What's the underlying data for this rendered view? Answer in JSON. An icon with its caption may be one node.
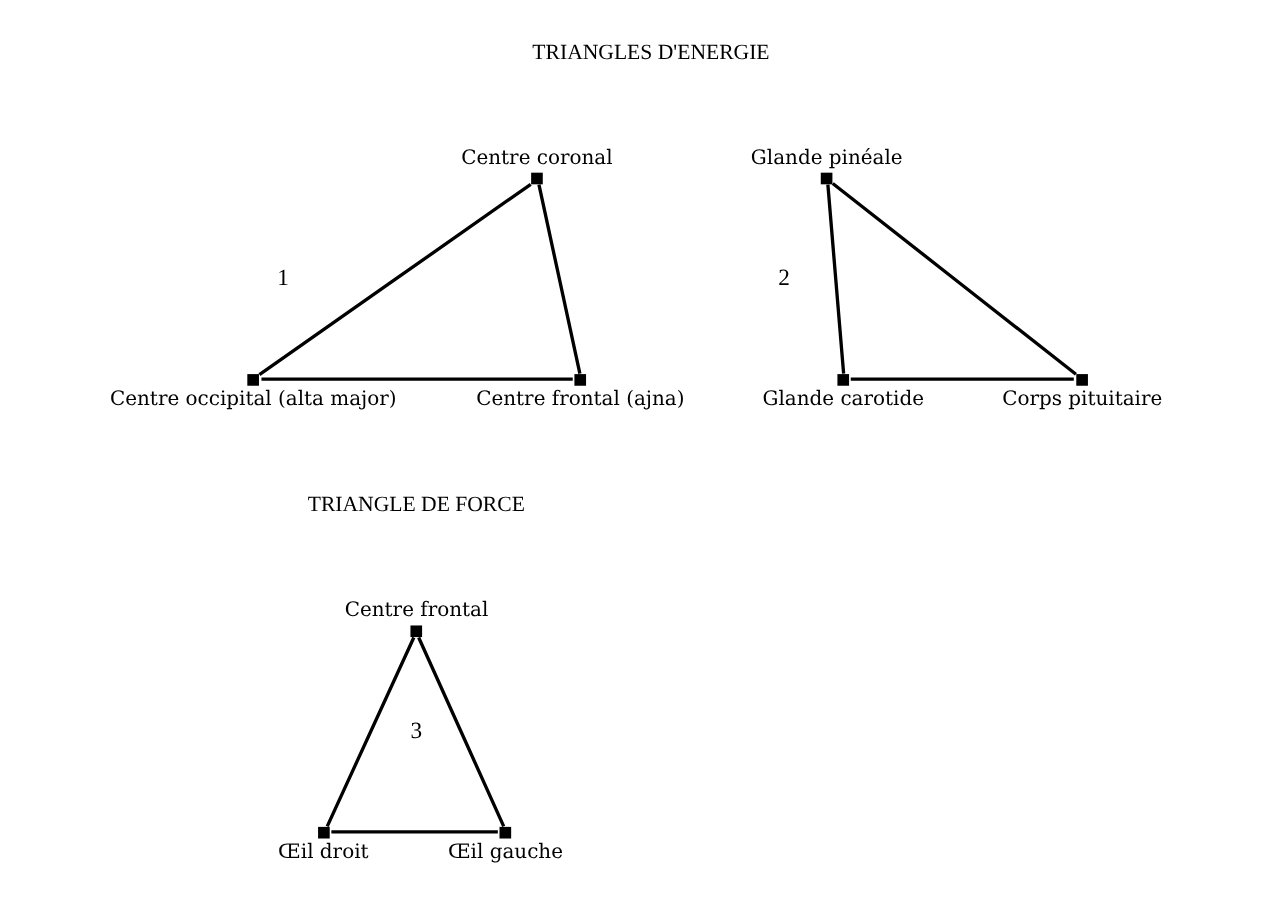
{
  "diagram": {
    "nodes": [
      {
        "text": [
          "Centre coronal"
        ]
      },
      {
        "text": [
          "Centre occipital (alta major)"
        ]
      },
      {
        "text": [
          "Centre frontal (ajna)"
        ]
      },
      {
        "text": [
          "Glande pinéale"
        ]
      },
      {
        "text": [
          "Glande carotide"
        ]
      },
      {
        "text": [
          "Corps pituitaire"
        ]
      },
      {
        "text": [
          "Centre frontal"
        ]
      },
      {
        "text": [
          "Œil droit"
        ]
      },
      {
        "text": [
          "Œil gauche"
        ]
      }
    ],
    "edges": [
      {
        "from": 0,
        "to": 1,
        "arrow": "none"
      },
      {
        "from": 0,
        "to": 2,
        "arrow": "none"
      },
      {
        "from": 1,
        "to": 2,
        "arrow": "none"
      },
      {
        "from": 3,
        "to": 4,
        "arrow": "none"
      },
      {
        "from": 3,
        "to": 5,
        "arrow": "none"
      },
      {
        "from": 4,
        "to": 5,
        "arrow": "none"
      },
      {
        "from": 6,
        "to": 7,
        "arrow": "none"
      },
      {
        "from": 6,
        "to": 8,
        "arrow": "none"
      },
      {
        "from": 7,
        "to": 8,
        "arrow": "none"
      }
    ],
    "labels": [
      "TRIANGLES D'ENERGIE",
      "1",
      "2",
      "TRIANGLE DE FORCE",
      "3"
    ]
  }
}
